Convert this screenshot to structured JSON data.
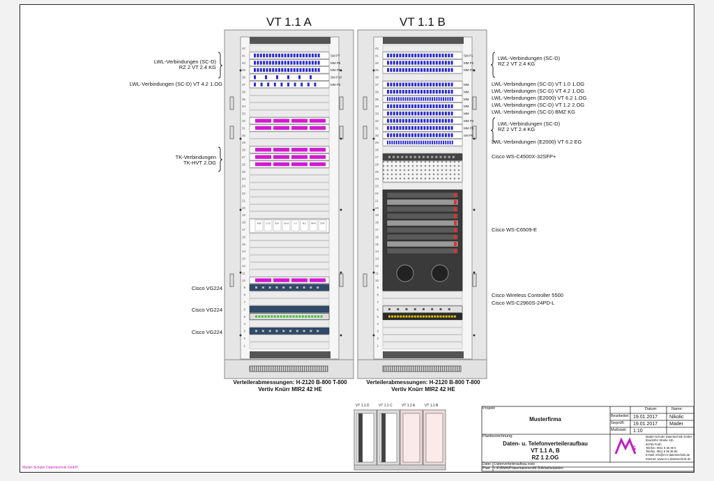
{
  "racks": [
    {
      "title": "VT 1.1 A",
      "dims_line1": "Verteilerabmessungen: H-2120 B-800 T-800",
      "dims_line2": "Vertiv Knürr MIR2 42 HE",
      "left_labels": [
        {
          "line1": "LWL-Verbindungen (SC-D)",
          "line2": "RZ 2 VT 2.4 KG"
        },
        {
          "line1": "LWL-Verbindungen (SC-D) VT 4.2 1.OG",
          "line2": ""
        },
        {
          "line1": "TK-Verbindungen",
          "line2": "TK-HVT 2.OG"
        },
        {
          "line1": "Cisco VG224",
          "line2": ""
        },
        {
          "line1": "Cisco VG224",
          "line2": ""
        },
        {
          "line1": "Cisco VG224",
          "line2": ""
        }
      ],
      "port_tags": [
        "SM P7",
        "MM P8",
        "MM P9",
        "SM P10",
        "MM P3"
      ],
      "lsa_labels": [
        "A-B",
        "C-D",
        "E-F",
        "G-H",
        "I-J",
        "K-L",
        "M-N",
        "O-P"
      ]
    },
    {
      "title": "VT 1.1 B",
      "dims_line1": "Verteilerabmessungen: H-2120 B-800 T-800",
      "dims_line2": "Vertiv Knürr MIR2 42 HE",
      "right_labels": [
        {
          "line1": "LWL-Verbindungen (SC-D)",
          "line2": "RZ 2 VT 2.4 KG"
        },
        {
          "line1": "LWL-Verbindungen (SC-D) VT 1.0 1.OG",
          "line2": ""
        },
        {
          "line1": "LWL-Verbindungen (SC-D) VT 4.2 1.OG",
          "line2": ""
        },
        {
          "line1": "LWL-Verbindungen (E2000) VT 6.2 1.OG",
          "line2": ""
        },
        {
          "line1": "LWL-Verbindungen (SC-D) VT 1.2 2.OG",
          "line2": ""
        },
        {
          "line1": "LWL-Verbindungen (SC-D) BMZ KG",
          "line2": ""
        },
        {
          "line1": "LWL-Verbindungen (SC-D)",
          "line2": "RZ 2 VT 2.4 KG"
        },
        {
          "line1": "LWL-Verbindungen (E2000) VT 6.2 EG",
          "line2": ""
        },
        {
          "line1": "Cisco WS-C4500X-32SFP+",
          "line2": ""
        },
        {
          "line1": "Cisco WS-C6509-E",
          "line2": ""
        },
        {
          "line1": "Cisco Wireless Controller 5500",
          "line2": ""
        },
        {
          "line1": "Cisco WS-C2960S-24PD-L",
          "line2": ""
        }
      ],
      "port_tags": [
        "SM P1",
        "MM P2",
        "MM P3",
        "MM",
        "MM",
        "MM",
        "MM",
        "MM",
        "MM P4",
        "MM P5",
        "SM P6"
      ]
    }
  ],
  "overview": {
    "labels": [
      "VT 1.1 D",
      "VT 1.1 C",
      "VT 1.1 A",
      "VT 1.1 B"
    ]
  },
  "title_block": {
    "projekt_label": "Projekt:",
    "projekt": "Musterfirma",
    "datum_header": "Datum:",
    "name_header": "Name:",
    "bearbeitet_label": "Bearbeitet:",
    "bearbeitet_date": "19.01.2017",
    "bearbeitet_name": "Nikolic",
    "geprueft_label": "Geprüft:",
    "geprueft_date": "19.01.2017",
    "geprueft_name": "Mader",
    "massstab_label": "Maßstab:",
    "massstab": "1:10",
    "planbez_label": "Planbezeichnung:",
    "plan_line1": "Daten- u. Telefonverteileraufbau",
    "plan_line2": "VT 1.1 A, B",
    "plan_line3": "RZ 1 2.OG",
    "company_lines": [
      "Mader-Schuler Datentechnik GmbH",
      "Boxdorfer Straße 11b",
      "90765 Fürth",
      "Telefon: 0911 9 36 36 0",
      "Telefax: 0911 9 36 36 55",
      "E-Mail: info@m-s-datentechnik.de",
      "Internet: www.m-s-datentechnik.de"
    ],
    "datei_label": "Datei:",
    "datei": "Datenverteileraufbau.vsdx",
    "pfad_label": "Pfad:",
    "pfad": "I:\\FIRMA\\Präsentationen\\M-S\\Arbeitsdateien"
  },
  "footer_brand": "Mader-Schuler Datentechnik GmbH",
  "colors": {
    "fiber_blue": "#2a2ad0",
    "tk_magenta": "#d21ad2",
    "switch_green": "#36c236",
    "brand_magenta": "#c020c0"
  }
}
